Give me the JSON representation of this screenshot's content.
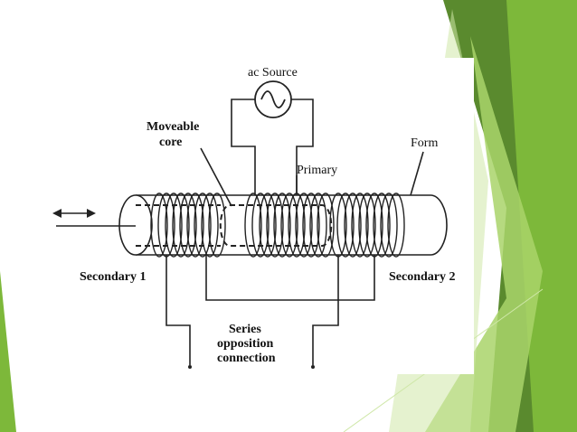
{
  "colors": {
    "accent_dark": "#5a8a2e",
    "accent_mid": "#7db83a",
    "accent_light": "#a9d46a",
    "accent_pale": "#cfe7a8",
    "line": "#222222"
  },
  "diagram": {
    "labels": {
      "ac_source": "ac Source",
      "moveable_core_line1": "Moveable",
      "moveable_core_line2": "core",
      "form": "Form",
      "primary": "Primary",
      "secondary_1": "Secondary 1",
      "secondary_2": "Secondary 2",
      "series_line1": "Series",
      "series_line2": "opposition",
      "series_line3": "connection"
    },
    "icons": {
      "ac_source": "ac-sine-source-icon",
      "motion": "double-headed-arrow-icon"
    }
  }
}
